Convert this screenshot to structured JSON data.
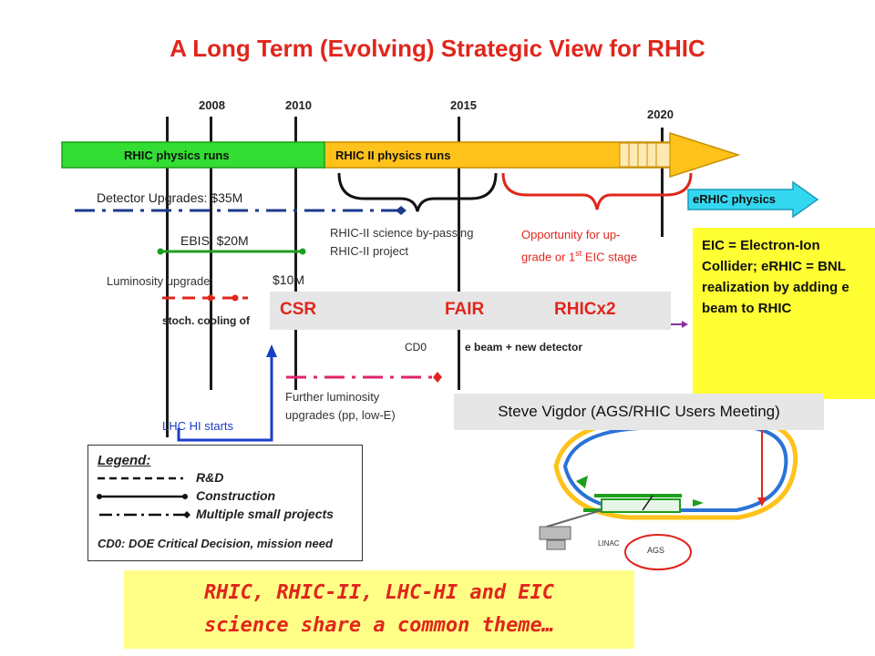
{
  "title": "A Long Term (Evolving) Strategic View for RHIC",
  "years": [
    "2008",
    "2010",
    "2015",
    "2020"
  ],
  "arrows": {
    "rhic_runs": "RHIC physics runs",
    "rhic2_runs": "RHIC II physics runs",
    "erhic_physics": "eRHIC physics"
  },
  "timeline_labels": {
    "detector_upgrades": "Detector Upgrades: $35M",
    "ebis": "EBIS: $20M",
    "luminosity_upgrade": "Luminosity upgrade:",
    "ten_m": "$10M",
    "stoch_cooling": "stoch. cooling of",
    "cd0": "CD0",
    "ebeam_detector": "e beam + new detector"
  },
  "annotations": {
    "bypass_line1": "RHIC-II science by-passing",
    "bypass_line2": "RHIC-II project",
    "opportunity_line1": "Opportunity for up-",
    "opportunity_line2a": "grade or 1",
    "opportunity_sup": "st",
    "opportunity_line2b": " EIC stage",
    "further_line1": "Further luminosity",
    "further_line2": "upgrades (pp, low-E)",
    "lhc_hi": "LHC HI starts"
  },
  "band": {
    "csr": "CSR",
    "fair": "FAIR",
    "rhicx2": "RHICx2"
  },
  "eic_note": "EIC = Electron-Ion Collider; eRHIC = BNL realization by adding e beam to RHIC",
  "credit": "Steve Vigdor (AGS/RHIC Users Meeting)",
  "legend": {
    "title": "Legend:",
    "rd": "R&D",
    "construction": "Construction",
    "multiple": "Multiple small projects",
    "cd0": "CD0:  DOE Critical Decision, mission need"
  },
  "accelerator_labels": {
    "linac": "LINAC",
    "ags": "AGS"
  },
  "banner": {
    "line1": "RHIC, RHIC-II, LHC-HI and EIC",
    "line2": "science share a common theme…"
  },
  "colors": {
    "green": "#33dd33",
    "gold": "#ffc21a",
    "cyan": "#33d8f0",
    "red": "#e0261c",
    "navy": "#1d3a8c",
    "yellow": "#ffff33"
  }
}
